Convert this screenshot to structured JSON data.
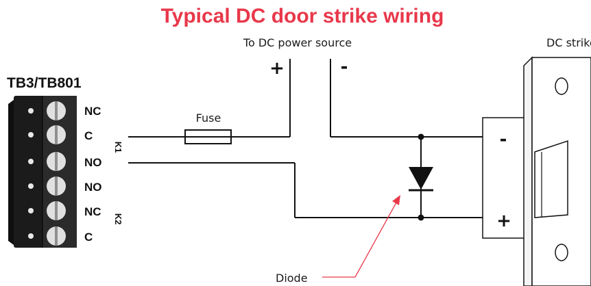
{
  "title": "Typical DC door strike wiring",
  "accent_color": "#e8384a",
  "power_label": "To DC power source",
  "power_plus": "+",
  "power_minus": "-",
  "strike_label": "DC strike",
  "strike_minus": "-",
  "strike_plus": "+",
  "terminal_block": {
    "name": "TB3/TB801",
    "pins": [
      "NC",
      "C",
      "NO",
      "NO",
      "NC",
      "C"
    ],
    "relay_k1": "K1",
    "relay_k2": "K2"
  },
  "fuse_label": "Fuse",
  "diode_label": "Diode"
}
